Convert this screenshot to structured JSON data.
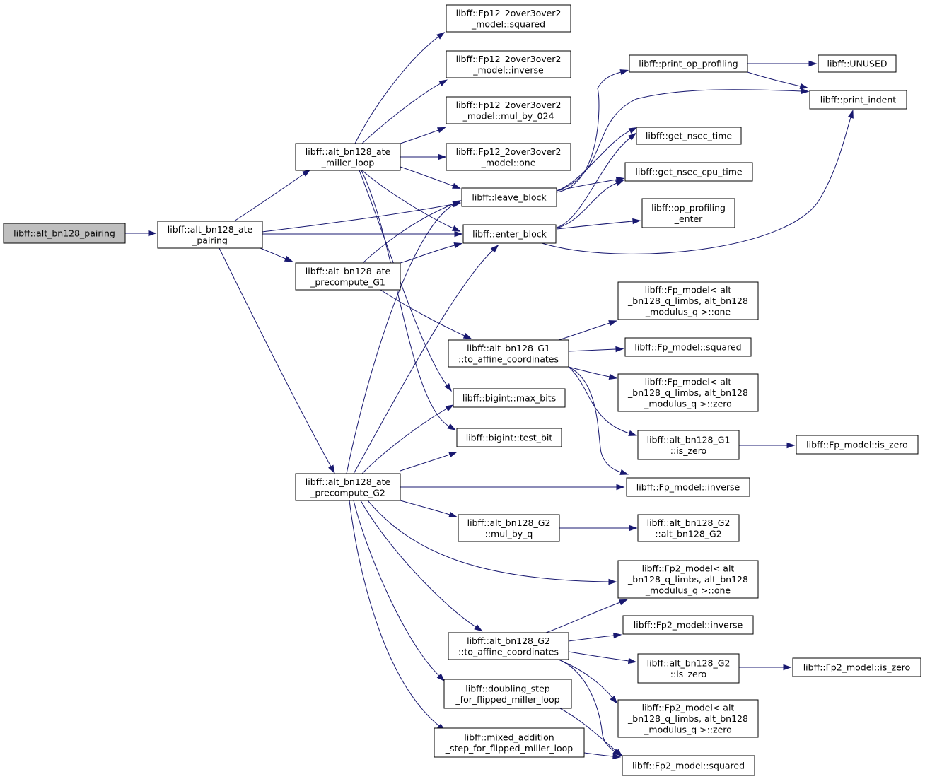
{
  "diagram": {
    "nodes": [
      {
        "id": "n0",
        "lines": [
          "libff::alt_bn128_pairing"
        ],
        "root": true
      },
      {
        "id": "n1",
        "lines": [
          "libff::alt_bn128_ate",
          "_pairing"
        ]
      },
      {
        "id": "n2",
        "lines": [
          "libff::alt_bn128_ate",
          "_miller_loop"
        ]
      },
      {
        "id": "n3",
        "lines": [
          "libff::alt_bn128_ate",
          "_precompute_G1"
        ]
      },
      {
        "id": "n4",
        "lines": [
          "libff::alt_bn128_ate",
          "_precompute_G2"
        ]
      },
      {
        "id": "n5",
        "lines": [
          "libff::Fp12_2over3over2",
          "_model::squared"
        ]
      },
      {
        "id": "n6",
        "lines": [
          "libff::Fp12_2over3over2",
          "_model::inverse"
        ]
      },
      {
        "id": "n7",
        "lines": [
          "libff::Fp12_2over3over2",
          "_model::mul_by_024"
        ]
      },
      {
        "id": "n8",
        "lines": [
          "libff::Fp12_2over3over2",
          "_model::one"
        ]
      },
      {
        "id": "n9",
        "lines": [
          "libff::leave_block"
        ]
      },
      {
        "id": "n10",
        "lines": [
          "libff::enter_block"
        ]
      },
      {
        "id": "n11",
        "lines": [
          "libff::print_op_profiling"
        ]
      },
      {
        "id": "n12",
        "lines": [
          "libff::UNUSED"
        ]
      },
      {
        "id": "n13",
        "lines": [
          "libff::print_indent"
        ]
      },
      {
        "id": "n14",
        "lines": [
          "libff::get_nsec_time"
        ]
      },
      {
        "id": "n15",
        "lines": [
          "libff::get_nsec_cpu_time"
        ]
      },
      {
        "id": "n16",
        "lines": [
          "libff::op_profiling",
          "_enter"
        ]
      },
      {
        "id": "n17",
        "lines": [
          "libff::alt_bn128_G1",
          "::to_affine_coordinates"
        ]
      },
      {
        "id": "n18",
        "lines": [
          "libff::Fp_model< alt",
          "_bn128_q_limbs, alt_bn128",
          "_modulus_q >::one"
        ]
      },
      {
        "id": "n19",
        "lines": [
          "libff::Fp_model::squared"
        ]
      },
      {
        "id": "n20",
        "lines": [
          "libff::Fp_model< alt",
          "_bn128_q_limbs, alt_bn128",
          "_modulus_q >::zero"
        ]
      },
      {
        "id": "n21",
        "lines": [
          "libff::alt_bn128_G1",
          "::is_zero"
        ]
      },
      {
        "id": "n22",
        "lines": [
          "libff::Fp_model::is_zero"
        ]
      },
      {
        "id": "n23",
        "lines": [
          "libff::bigint::max_bits"
        ]
      },
      {
        "id": "n24",
        "lines": [
          "libff::bigint::test_bit"
        ]
      },
      {
        "id": "n25",
        "lines": [
          "libff::Fp_model::inverse"
        ]
      },
      {
        "id": "n26",
        "lines": [
          "libff::alt_bn128_G2",
          "::mul_by_q"
        ]
      },
      {
        "id": "n27",
        "lines": [
          "libff::alt_bn128_G2",
          "::alt_bn128_G2"
        ]
      },
      {
        "id": "n28",
        "lines": [
          "libff::Fp2_model< alt",
          "_bn128_q_limbs, alt_bn128",
          "_modulus_q >::one"
        ]
      },
      {
        "id": "n29",
        "lines": [
          "libff::alt_bn128_G2",
          "::to_affine_coordinates"
        ]
      },
      {
        "id": "n30",
        "lines": [
          "libff::Fp2_model::inverse"
        ]
      },
      {
        "id": "n31",
        "lines": [
          "libff::alt_bn128_G2",
          "::is_zero"
        ]
      },
      {
        "id": "n32",
        "lines": [
          "libff::Fp2_model::is_zero"
        ]
      },
      {
        "id": "n33",
        "lines": [
          "libff::Fp2_model< alt",
          "_bn128_q_limbs, alt_bn128",
          "_modulus_q >::zero"
        ]
      },
      {
        "id": "n34",
        "lines": [
          "libff::doubling_step",
          "_for_flipped_miller_loop"
        ]
      },
      {
        "id": "n35",
        "lines": [
          "libff::mixed_addition",
          "_step_for_flipped_miller_loop"
        ]
      },
      {
        "id": "n36",
        "lines": [
          "libff::Fp2_model::squared"
        ]
      }
    ],
    "edges": [
      [
        "n0",
        "n1"
      ],
      [
        "n1",
        "n2"
      ],
      [
        "n1",
        "n9"
      ],
      [
        "n1",
        "n10"
      ],
      [
        "n1",
        "n3"
      ],
      [
        "n1",
        "n4"
      ],
      [
        "n2",
        "n5"
      ],
      [
        "n2",
        "n6"
      ],
      [
        "n2",
        "n7"
      ],
      [
        "n2",
        "n8"
      ],
      [
        "n2",
        "n9"
      ],
      [
        "n2",
        "n10"
      ],
      [
        "n2",
        "n23"
      ],
      [
        "n2",
        "n24"
      ],
      [
        "n3",
        "n9"
      ],
      [
        "n3",
        "n10"
      ],
      [
        "n3",
        "n17"
      ],
      [
        "n4",
        "n9"
      ],
      [
        "n4",
        "n10"
      ],
      [
        "n4",
        "n23"
      ],
      [
        "n4",
        "n24"
      ],
      [
        "n4",
        "n25"
      ],
      [
        "n4",
        "n26"
      ],
      [
        "n4",
        "n28"
      ],
      [
        "n4",
        "n29"
      ],
      [
        "n4",
        "n34"
      ],
      [
        "n4",
        "n35"
      ],
      [
        "n9",
        "n11"
      ],
      [
        "n9",
        "n13"
      ],
      [
        "n9",
        "n14"
      ],
      [
        "n9",
        "n15"
      ],
      [
        "n10",
        "n13"
      ],
      [
        "n10",
        "n14"
      ],
      [
        "n10",
        "n15"
      ],
      [
        "n10",
        "n16"
      ],
      [
        "n11",
        "n12"
      ],
      [
        "n11",
        "n13"
      ],
      [
        "n17",
        "n18"
      ],
      [
        "n17",
        "n19"
      ],
      [
        "n17",
        "n20"
      ],
      [
        "n17",
        "n21"
      ],
      [
        "n17",
        "n25"
      ],
      [
        "n21",
        "n22"
      ],
      [
        "n26",
        "n27"
      ],
      [
        "n29",
        "n28"
      ],
      [
        "n29",
        "n30"
      ],
      [
        "n29",
        "n31"
      ],
      [
        "n29",
        "n33"
      ],
      [
        "n29",
        "n36"
      ],
      [
        "n31",
        "n32"
      ],
      [
        "n34",
        "n36"
      ],
      [
        "n35",
        "n36"
      ]
    ]
  }
}
